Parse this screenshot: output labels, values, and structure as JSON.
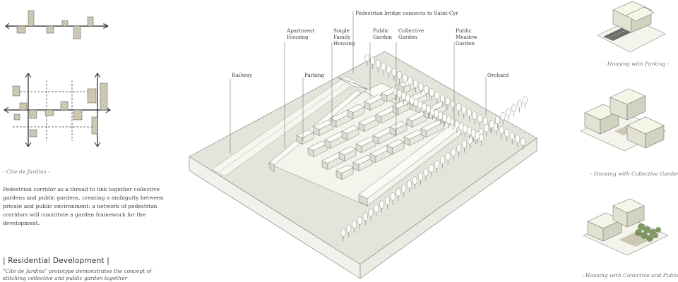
{
  "left_panel": {
    "caption": "- Cite de Jardins -",
    "description": "Pedestrian corridor as a thread to link together collective gardens and public gardens, creating a ambiguity between private and public environment: a network of pedestrian corridors will constitute a garden framework for the development.",
    "heading": "| Residential Development |",
    "subheading": "\"Cite de Jardins\" prototype demonstrates the concept of stitching collective and public garden together"
  },
  "axon_labels": {
    "bridge": "Pedestrian bridge connects to Saint-Cyr",
    "railway": "Railway",
    "parking": "Parking",
    "apartment": "Apartment Housing",
    "single_family": "Single Family Housing",
    "public_garden": "Public Garden",
    "collective_garden": "Collective Garden",
    "meadow": "Public Meadow Garden",
    "orchard": "Orchard"
  },
  "right_panel": {
    "cap1": "- Housing with Parking -",
    "cap2": "- Housing with Collective Gardens -",
    "cap3": "- Housing with Collective and Public Gardens -"
  },
  "colors": {
    "massing": "#f1f1e6",
    "ground": "#e4e7dc",
    "hatch": "#a9a48a",
    "line": "#666666"
  }
}
